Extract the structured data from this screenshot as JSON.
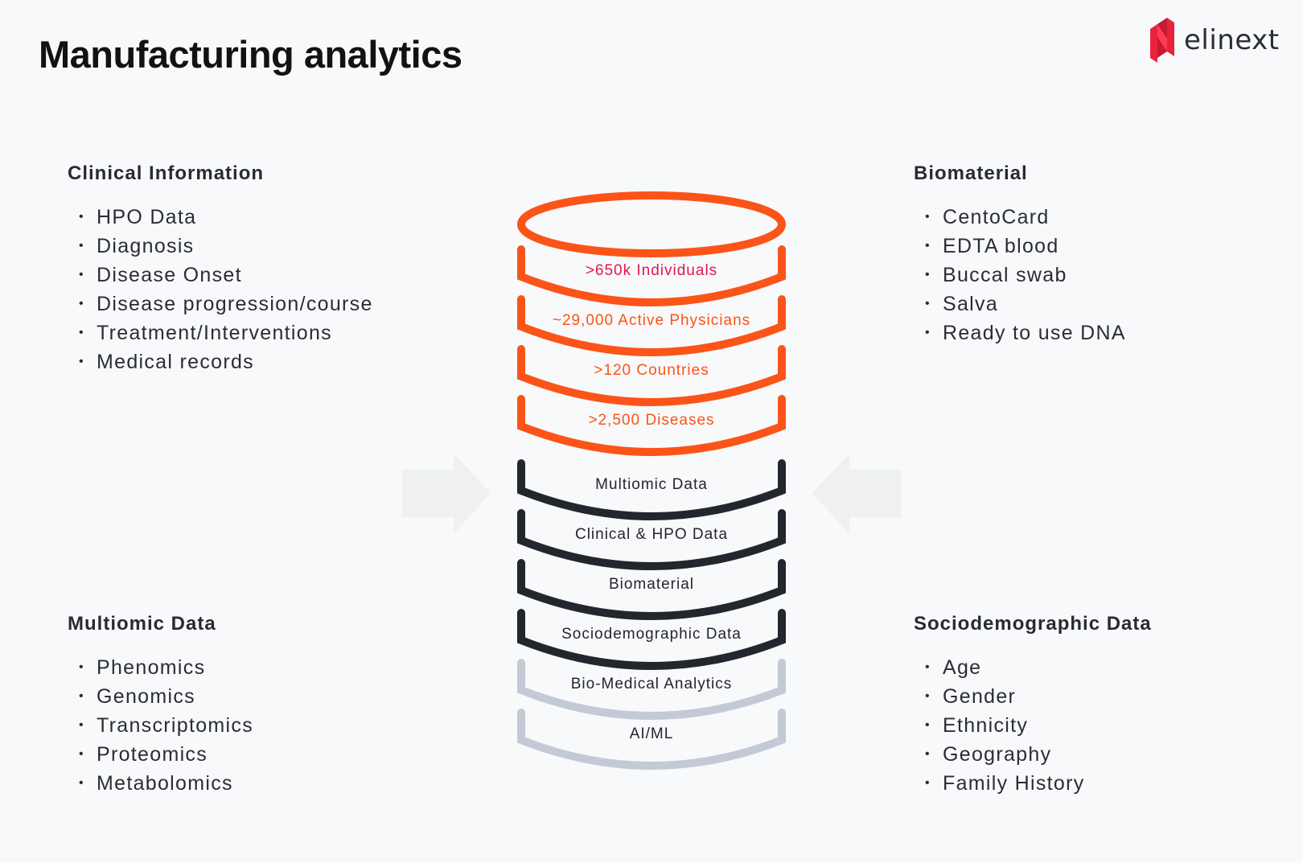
{
  "title": "Manufacturing analytics",
  "logo": {
    "text": "elinext",
    "icon": "elinext-logo-icon",
    "color": "#e8243c"
  },
  "colors": {
    "orange": "#fa5418",
    "dark": "#23262d",
    "grey": "#c3cad6",
    "arrow": "#eef0f1",
    "pink_text": "#e3174b"
  },
  "sections": {
    "clinical": {
      "heading": "Clinical Information",
      "items": [
        "HPO Data",
        "Diagnosis",
        "Disease Onset",
        "Disease progression/course",
        "Treatment/Interventions",
        "Medical records"
      ]
    },
    "biomaterial": {
      "heading": "Biomaterial",
      "items": [
        "CentoCard",
        "EDTA blood",
        "Buccal swab",
        "Salva",
        "Ready to use DNA"
      ]
    },
    "multiomic": {
      "heading": "Multiomic Data",
      "items": [
        "Phenomics",
        "Genomics",
        "Transcriptomics",
        "Proteomics",
        "Metabolomics"
      ]
    },
    "socio": {
      "heading": "Sociodemographic Data",
      "items": [
        "Age",
        "Gender",
        "Ethnicity",
        "Geography",
        "Family History"
      ]
    }
  },
  "stack": {
    "rings": [
      {
        "label": ">650k Individuals",
        "style": "orange",
        "text_color": "#e3174b"
      },
      {
        "label": "~29,000 Active Physicians",
        "style": "orange",
        "text_color": "#fa5418"
      },
      {
        "label": ">120 Countries",
        "style": "orange",
        "text_color": "#fa5418"
      },
      {
        "label": ">2,500 Diseases",
        "style": "orange",
        "text_color": "#fa5418"
      },
      {
        "label": "Multiomic Data",
        "style": "dark",
        "text_color": "#23262d"
      },
      {
        "label": "Clinical & HPO Data",
        "style": "dark",
        "text_color": "#23262d"
      },
      {
        "label": "Biomaterial",
        "style": "dark",
        "text_color": "#23262d"
      },
      {
        "label": "Sociodemographic Data",
        "style": "dark",
        "text_color": "#23262d"
      },
      {
        "label": "Bio-Medical Analytics",
        "style": "grey",
        "text_color": "#23262d"
      },
      {
        "label": "AI/ML",
        "style": "grey",
        "text_color": "#23262d"
      }
    ]
  }
}
